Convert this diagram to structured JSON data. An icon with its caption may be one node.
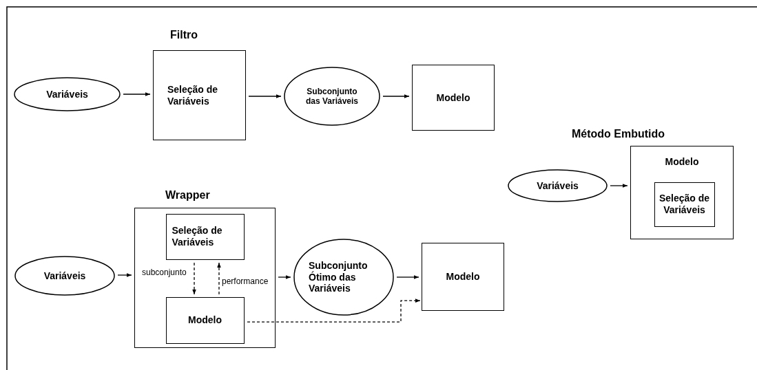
{
  "diagram": {
    "nodes": [
      {
        "text": [
          "Variáveis"
        ]
      },
      {
        "text": [
          "Seleção de Variáveis"
        ]
      },
      {
        "text": [
          "Subconjunto das Variáveis"
        ]
      },
      {
        "text": [
          "Modelo"
        ]
      },
      {
        "text": [
          "Variáveis"
        ]
      },
      {
        "text": [],
        "shape": "box"
      },
      {
        "text": [
          "Seleção de Variáveis"
        ],
        "in": 5
      },
      {
        "text": [
          "Modelo"
        ],
        "in": 5
      },
      {
        "text": [
          "Subconjunto Ótimo das Variáveis"
        ]
      },
      {
        "text": [
          "Modelo"
        ]
      },
      {
        "text": [
          "Variáveis"
        ]
      },
      {
        "text": [
          "Modelo"
        ]
      },
      {
        "text": [
          "Seleção de Variáveis"
        ],
        "in": 11
      }
    ],
    "edges": [
      {
        "from": 0,
        "to": 1,
        "arrow": "to"
      },
      {
        "from": 1,
        "to": 2,
        "arrow": "to"
      },
      {
        "from": 2,
        "to": 3,
        "arrow": "to"
      },
      {
        "from": 4,
        "to": 5,
        "arrow": "to"
      },
      {
        "from": 6,
        "to": 7,
        "arrow": "to",
        "label": "subconjunto",
        "style": "dashed"
      },
      {
        "from": 7,
        "to": 6,
        "arrow": "to",
        "label": "performance",
        "style": "dashed"
      },
      {
        "from": 5,
        "to": 8,
        "arrow": "to"
      },
      {
        "from": 8,
        "to": 9,
        "arrow": "to"
      },
      {
        "from": 7,
        "to": 9,
        "arrow": "to",
        "style": "dashed"
      },
      {
        "from": 10,
        "to": 11,
        "arrow": "to"
      }
    ],
    "labels": [
      "Filtro",
      "Método Embutido",
      "Wrapper"
    ]
  }
}
